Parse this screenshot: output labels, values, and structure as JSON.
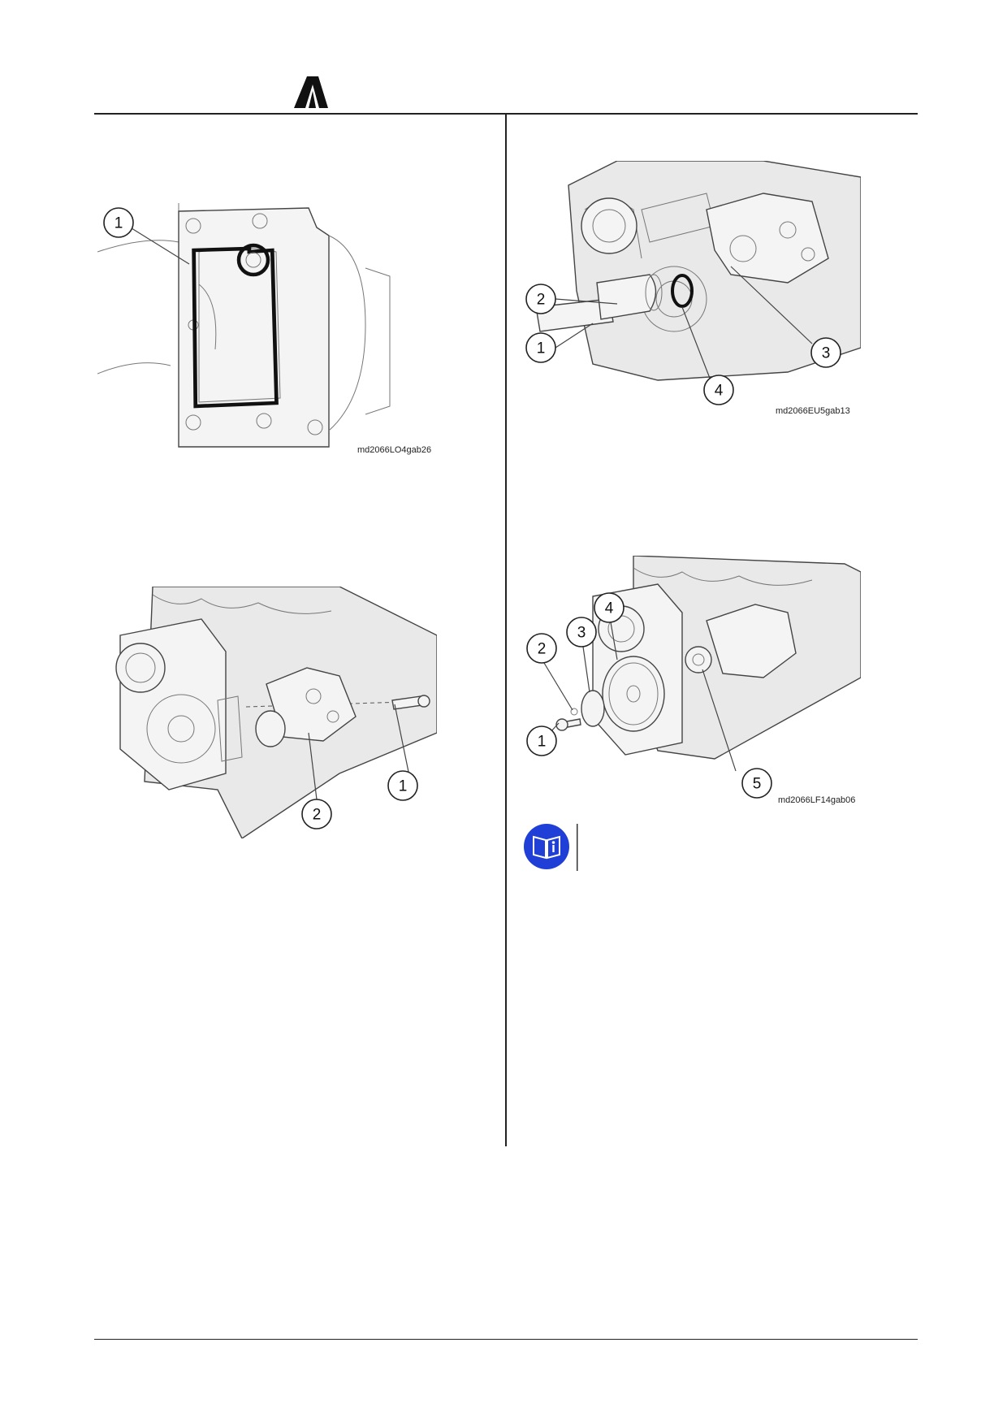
{
  "figures": {
    "fig1": {
      "code": "md2066LO4gab26",
      "callouts": [
        "1"
      ]
    },
    "fig2": {
      "code": "md2066EU5gab13",
      "callouts": [
        "2",
        "1",
        "3",
        "4"
      ]
    },
    "fig3": {
      "code": "",
      "callouts": [
        "1",
        "2"
      ]
    },
    "fig4": {
      "code": "md2066LF14gab06",
      "callouts": [
        "4",
        "3",
        "2",
        "1",
        "5"
      ]
    }
  },
  "icons": {
    "logo": "brand-logo",
    "info": "manual-info-icon"
  },
  "colors": {
    "info_blue": "#1f3fd6",
    "rule": "#222222"
  }
}
